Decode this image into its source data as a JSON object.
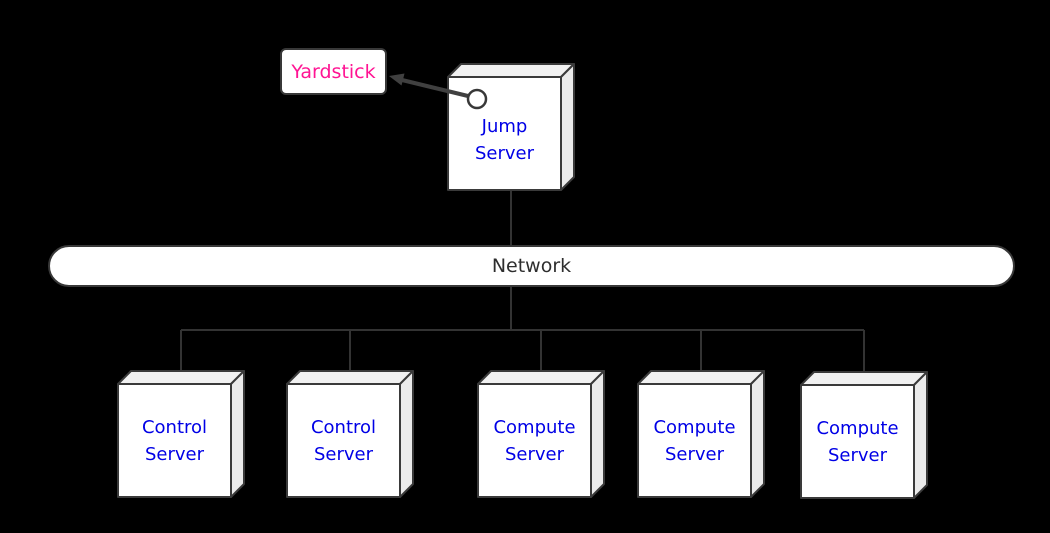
{
  "diagram": {
    "yardstick": {
      "label": "Yardstick"
    },
    "jump_server": {
      "label": "Jump Server"
    },
    "network": {
      "label": "Network"
    },
    "servers": [
      {
        "label": "Control Server"
      },
      {
        "label": "Control Server"
      },
      {
        "label": "Compute Server"
      },
      {
        "label": "Compute Server"
      },
      {
        "label": "Compute Server"
      }
    ],
    "colors": {
      "background": "#000000",
      "node_front": "#ffffff",
      "node_top": "#f1f1f1",
      "node_side": "#ebebeb",
      "node_border": "#3a3a3a",
      "connector_line": "#333333",
      "server_label": "#0000e6",
      "yardstick_label": "#ff1493",
      "network_label": "#2e2e2e",
      "arrow": "#404040"
    }
  }
}
